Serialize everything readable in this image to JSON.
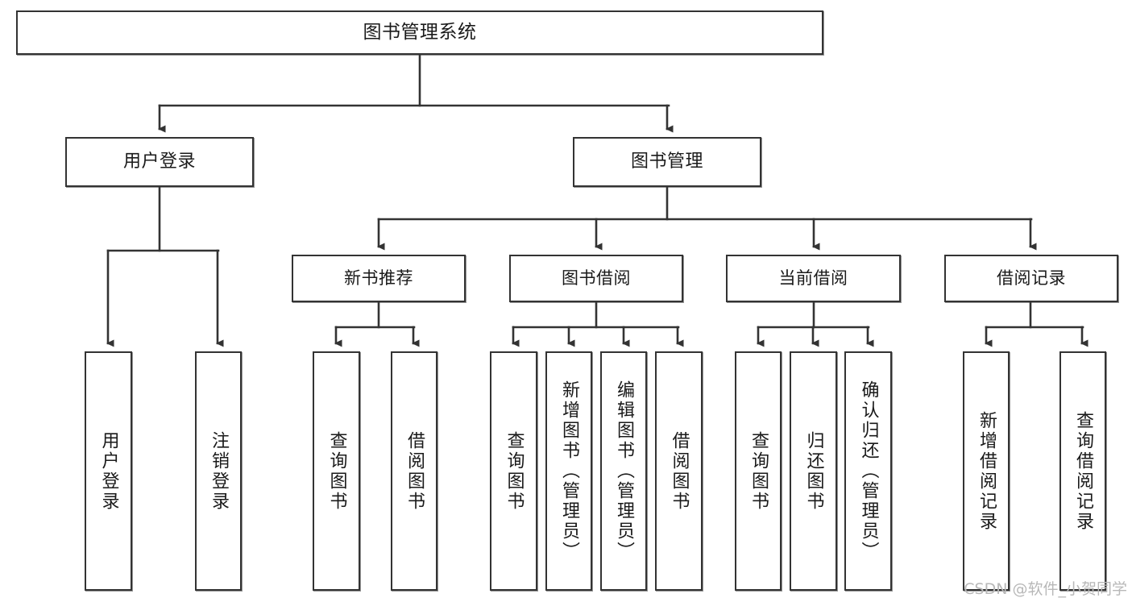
{
  "diagram": {
    "title": "图书管理系统",
    "type": "tree",
    "watermark": "CSDN @软件_小贺同学",
    "line_color": "#333333",
    "box_border_color": "#333333",
    "box_fill_color": "#ffffff",
    "text_color": "#1a1a1a",
    "root": {
      "label": "图书管理系统"
    },
    "level2": [
      {
        "label": "用户登录"
      },
      {
        "label": "图书管理"
      }
    ],
    "level3": [
      {
        "label": "新书推荐"
      },
      {
        "label": "图书借阅"
      },
      {
        "label": "当前借阅"
      },
      {
        "label": "借阅记录"
      }
    ],
    "leaves": {
      "user_login": [
        {
          "label": "用户登录"
        },
        {
          "label": "注销登录"
        }
      ],
      "new_book_recommend": [
        {
          "label": "查询图书"
        },
        {
          "label": "借阅图书"
        }
      ],
      "book_borrow": [
        {
          "label": "查询图书"
        },
        {
          "label": "新增图书（管理员）"
        },
        {
          "label": "编辑图书（管理员）"
        },
        {
          "label": "借阅图书"
        }
      ],
      "current_borrow": [
        {
          "label": "查询图书"
        },
        {
          "label": "归还图书"
        },
        {
          "label": "确认归还（管理员）"
        }
      ],
      "borrow_record": [
        {
          "label": "新增借阅记录"
        },
        {
          "label": "查询借阅记录"
        }
      ]
    }
  }
}
